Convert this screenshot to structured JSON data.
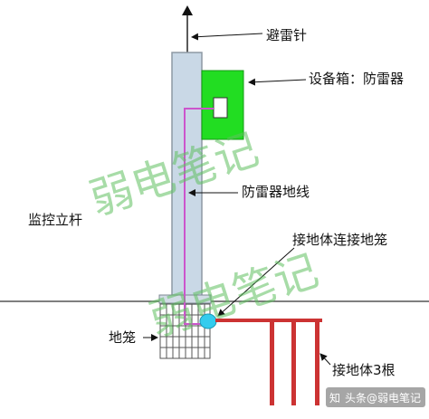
{
  "labels": {
    "lightning_rod": "避雷针",
    "equipment_box": "设备箱：防雷器",
    "ground_wire": "防雷器地线",
    "pole": "监控立杆",
    "connector": "接地体连接地笼",
    "ground_cage": "地笼",
    "ground_rods": "接地体3根"
  },
  "watermark": {
    "upper": "弱电笔记",
    "lower": "弱电笔记"
  },
  "credit": {
    "platform_icon": "知",
    "text": "头条@弱电笔记"
  },
  "colors": {
    "pole": "#c9d8e6",
    "pole_stroke": "#8d99a4",
    "equipment_box": "#22dd22",
    "ground_wire": "#cc55cc",
    "connector": "#33ccee",
    "ground_rods": "#cc3333"
  }
}
